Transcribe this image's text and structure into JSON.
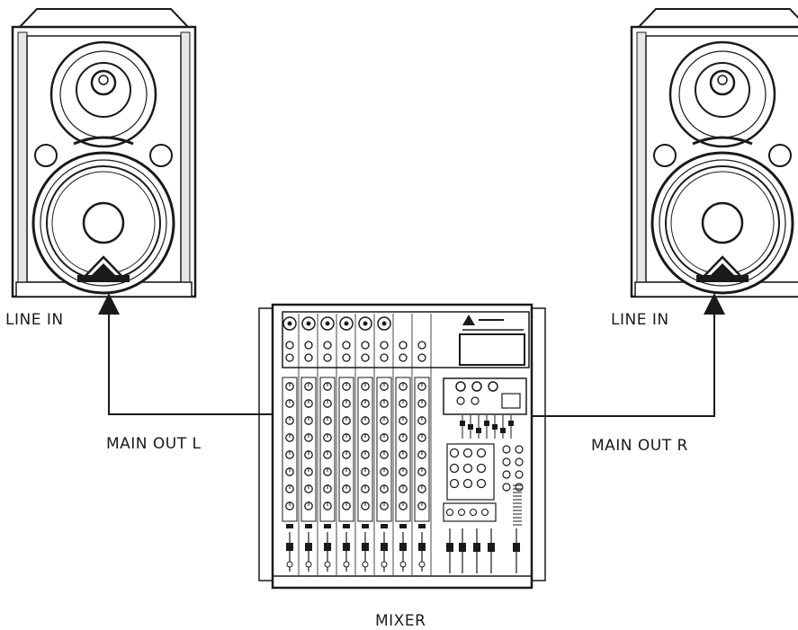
{
  "labels": {
    "line_in_left": "LINE IN",
    "line_in_right": "LINE IN",
    "main_out_l": "MAIN OUT L",
    "main_out_r": "MAIN OUT R",
    "mixer": "MIXER"
  },
  "mixer": {
    "channel_count": 8
  },
  "colors": {
    "line": "#1a1a1a",
    "fill": "#ffffff",
    "shade": "#d9d9d9"
  }
}
